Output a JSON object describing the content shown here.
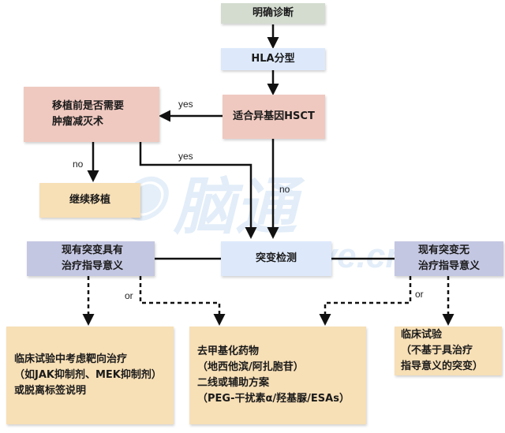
{
  "colors": {
    "gray": "#d4dcd0",
    "blue": "#dde9fb",
    "pink": "#efc9c0",
    "peach": "#f7dfb6",
    "lavender": "#c4c7e2",
    "arrow": "#111111",
    "watermark": "#a9c8ee"
  },
  "watermark": {
    "icon": "brain-icon",
    "cn": "脑通",
    "en": "medive.cn"
  },
  "nodes": {
    "diagnosis": "明确诊断",
    "hla": "HLA分型",
    "hsct": "适合异基因HSCT",
    "pre_transplant": [
      "移植前是否需要",
      "肿瘤减灭术"
    ],
    "continue_transplant": "继续移植",
    "mutation_test": "突变检测",
    "mutation_guidance": [
      "现有突变具有",
      "治疗指导意义"
    ],
    "mutation_no_guidance": [
      "现有突变无",
      "治疗指导意义"
    ],
    "targeted": [
      "临床试验中考虑靶向治疗",
      "（如JAK抑制剂、MEK抑制剂）",
      "或脱离标签说明"
    ],
    "hypomethylating": [
      "去甲基化药物",
      "（地西他滨/阿扎胞苷）",
      "二线或辅助方案",
      "（PEG-干扰素α/羟基脲/ESAs）"
    ],
    "clinical_trial": [
      "临床试验",
      "（不基于具治疗",
      "指导意义的突变）"
    ]
  },
  "edge_labels": {
    "yes1": "yes",
    "yes2": "yes",
    "no1": "no",
    "no2": "no",
    "or1": "or",
    "or2": "or"
  }
}
